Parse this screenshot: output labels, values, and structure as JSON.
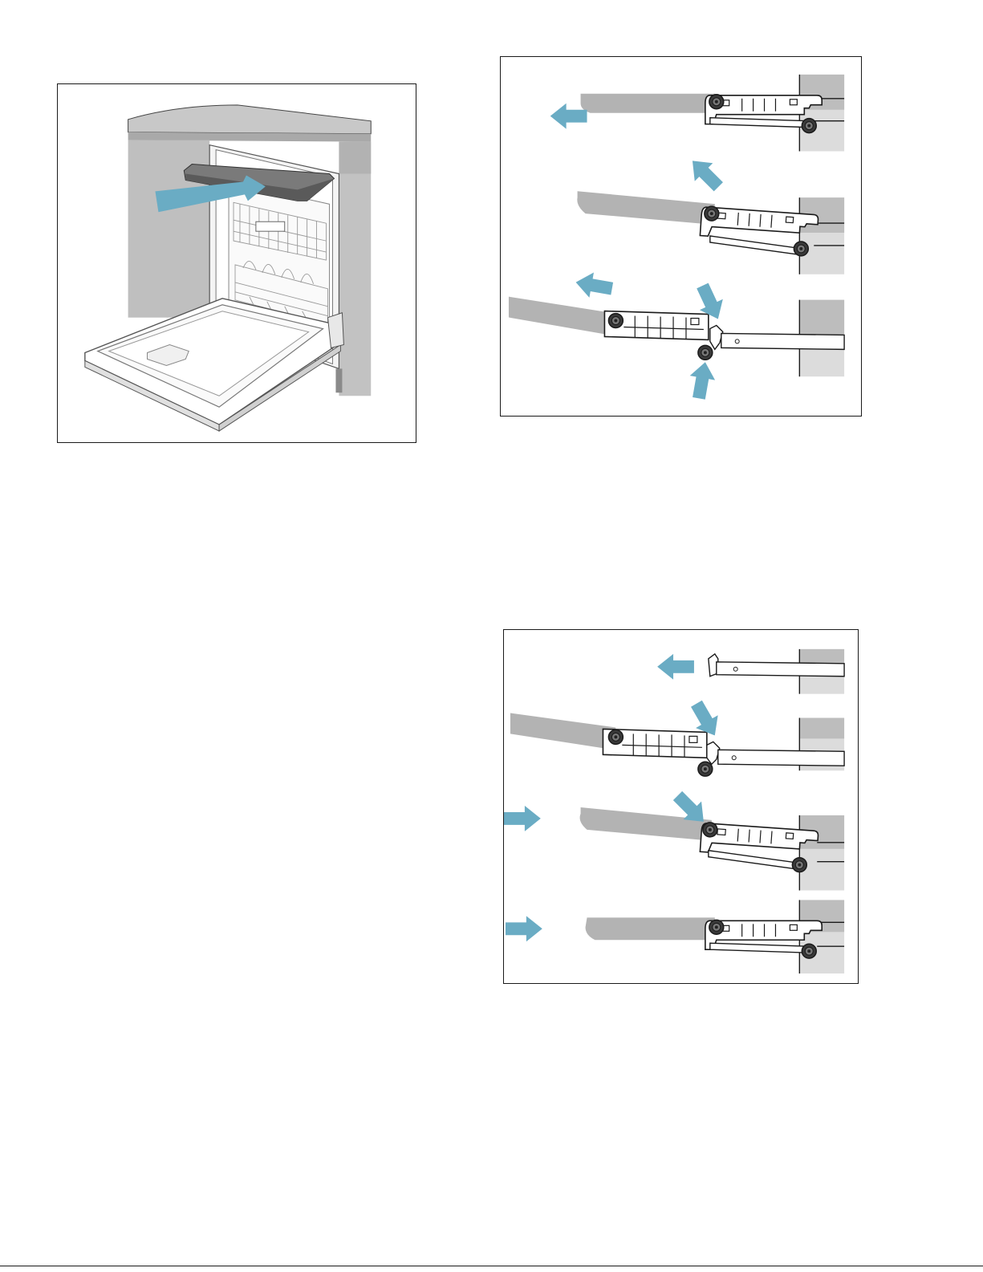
{
  "figures": [
    {
      "id": "dishwasher-third-rack",
      "text": []
    },
    {
      "id": "rack-rail-removal-steps",
      "text": []
    },
    {
      "id": "rack-rail-installation-steps",
      "text": []
    }
  ],
  "colors": {
    "arrow": "#6aacc4",
    "rack_fill": "#b3b3b3",
    "wall_fill": "#dcdcdc",
    "line": "#1a1a1a"
  }
}
